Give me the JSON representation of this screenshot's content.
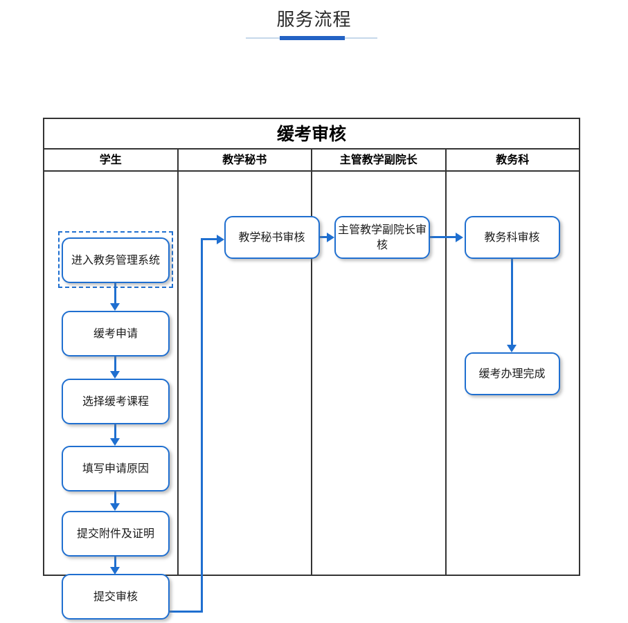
{
  "page": {
    "title": "服务流程",
    "accent_color": "#2362c4",
    "rule_color": "#c5d8ea"
  },
  "flowchart": {
    "title": "缓考审核",
    "node_border_color": "#1f6fd0",
    "frame_color": "#333333",
    "lanes": [
      {
        "id": "student",
        "label": "学生"
      },
      {
        "id": "secretary",
        "label": "教学秘书"
      },
      {
        "id": "dean",
        "label": "主管教学副院长"
      },
      {
        "id": "academic",
        "label": "教务科"
      }
    ],
    "nodes": [
      {
        "id": "n1",
        "lane": "student",
        "label": "进入教务管理系统",
        "highlighted": true
      },
      {
        "id": "n2",
        "lane": "student",
        "label": "缓考申请",
        "highlighted": false
      },
      {
        "id": "n3",
        "lane": "student",
        "label": "选择缓考课程",
        "highlighted": false
      },
      {
        "id": "n4",
        "lane": "student",
        "label": "填写申请原因",
        "highlighted": false
      },
      {
        "id": "n5",
        "lane": "student",
        "label": "提交附件及证明",
        "highlighted": false
      },
      {
        "id": "n6",
        "lane": "student",
        "label": "提交审核",
        "highlighted": false
      },
      {
        "id": "n7",
        "lane": "secretary",
        "label": "教学秘书审核",
        "highlighted": false
      },
      {
        "id": "n8",
        "lane": "dean",
        "label": "主管教学副院长审核",
        "highlighted": false
      },
      {
        "id": "n9",
        "lane": "academic",
        "label": "教务科审核",
        "highlighted": false
      },
      {
        "id": "n10",
        "lane": "academic",
        "label": "缓考办理完成",
        "highlighted": false
      }
    ],
    "edges": [
      {
        "from": "n1",
        "to": "n2"
      },
      {
        "from": "n2",
        "to": "n3"
      },
      {
        "from": "n3",
        "to": "n4"
      },
      {
        "from": "n4",
        "to": "n5"
      },
      {
        "from": "n5",
        "to": "n6"
      },
      {
        "from": "n6",
        "to": "n7"
      },
      {
        "from": "n7",
        "to": "n8"
      },
      {
        "from": "n8",
        "to": "n9"
      },
      {
        "from": "n9",
        "to": "n10"
      }
    ]
  }
}
